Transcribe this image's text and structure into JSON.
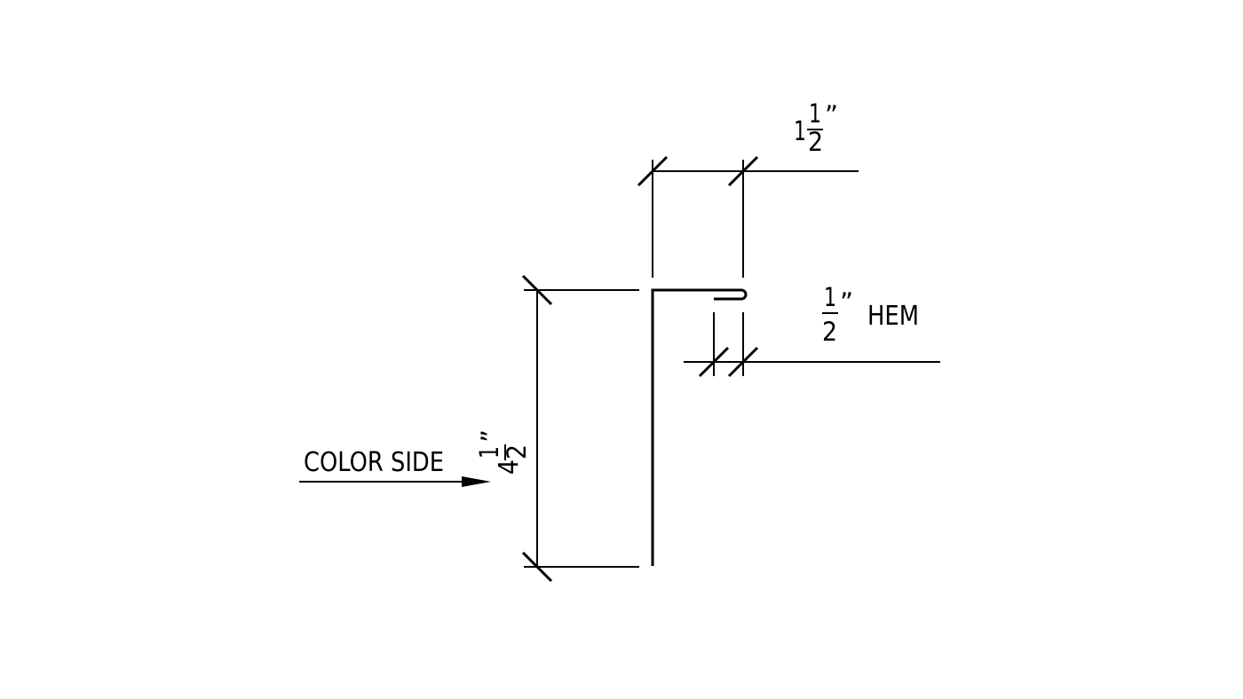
{
  "drawing": {
    "line_color": "#000000",
    "background": "#ffffff",
    "labels": {
      "width_whole": "1",
      "width_num": "1",
      "width_den": "2",
      "width_inch": "”",
      "hem_num": "1",
      "hem_den": "2",
      "hem_inch": "”",
      "hem_text": "HEM",
      "height_whole": "4",
      "height_num": "1",
      "height_den": "2",
      "height_inch": "”",
      "color_side": "COLOR SIDE"
    }
  }
}
